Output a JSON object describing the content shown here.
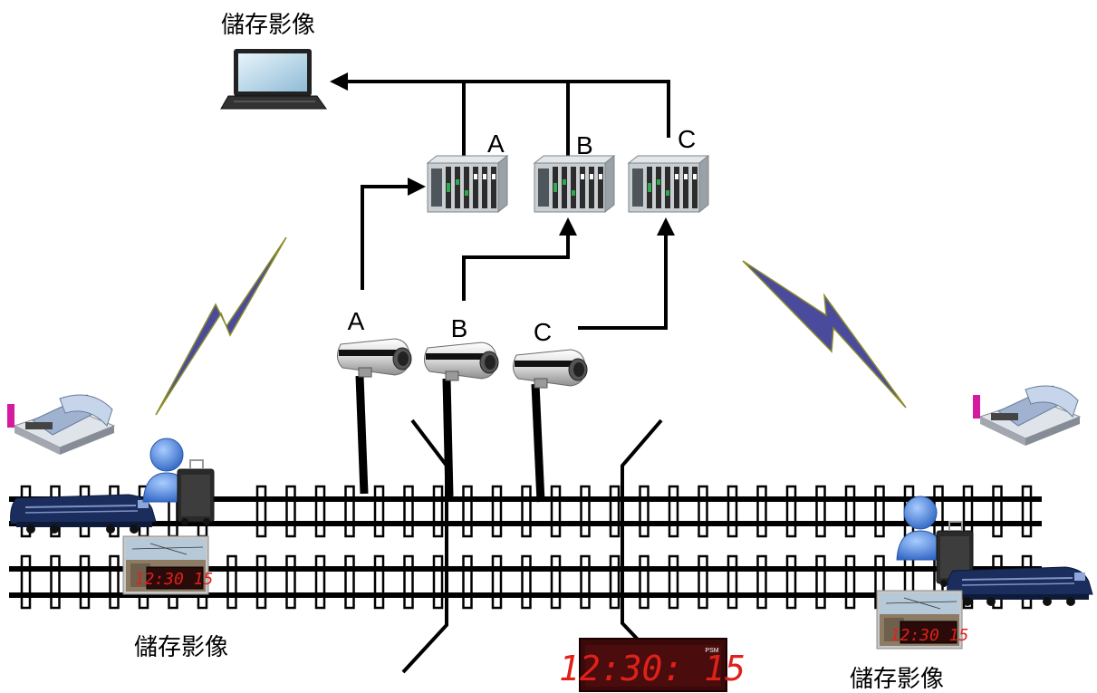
{
  "labels": {
    "storage_top": "儲存影像",
    "storage_left": "儲存影像",
    "storage_right": "儲存影像",
    "switch_a": "A",
    "switch_b": "B",
    "switch_c": "C",
    "camera_a": "A",
    "camera_b": "B",
    "camera_c": "C",
    "clock_main": "12:30: 15",
    "clock_left": "12:30 15",
    "clock_right": "12:30 15",
    "clock_brand": "PSM"
  },
  "icons": {
    "laptop": "laptop-icon",
    "switch": "industrial-switch-icon",
    "camera": "cctv-camera-icon",
    "train": "locomotive-icon",
    "person": "user-icon",
    "case": "equipment-case-icon",
    "building": "station-building-icon",
    "clock": "led-clock-icon",
    "wireless": "wireless-link-icon"
  },
  "colors": {
    "rail": "#000000",
    "sleeper_fill": "#ffffff",
    "clock_digits": "#e0211a",
    "clock_bg": "#4a0c0c",
    "train": "#1b2d5c",
    "person": "#5b8fdc",
    "bolt": "#3c3c8c",
    "switch_body": "#c9ced2",
    "switch_accent": "#2fa84f"
  }
}
